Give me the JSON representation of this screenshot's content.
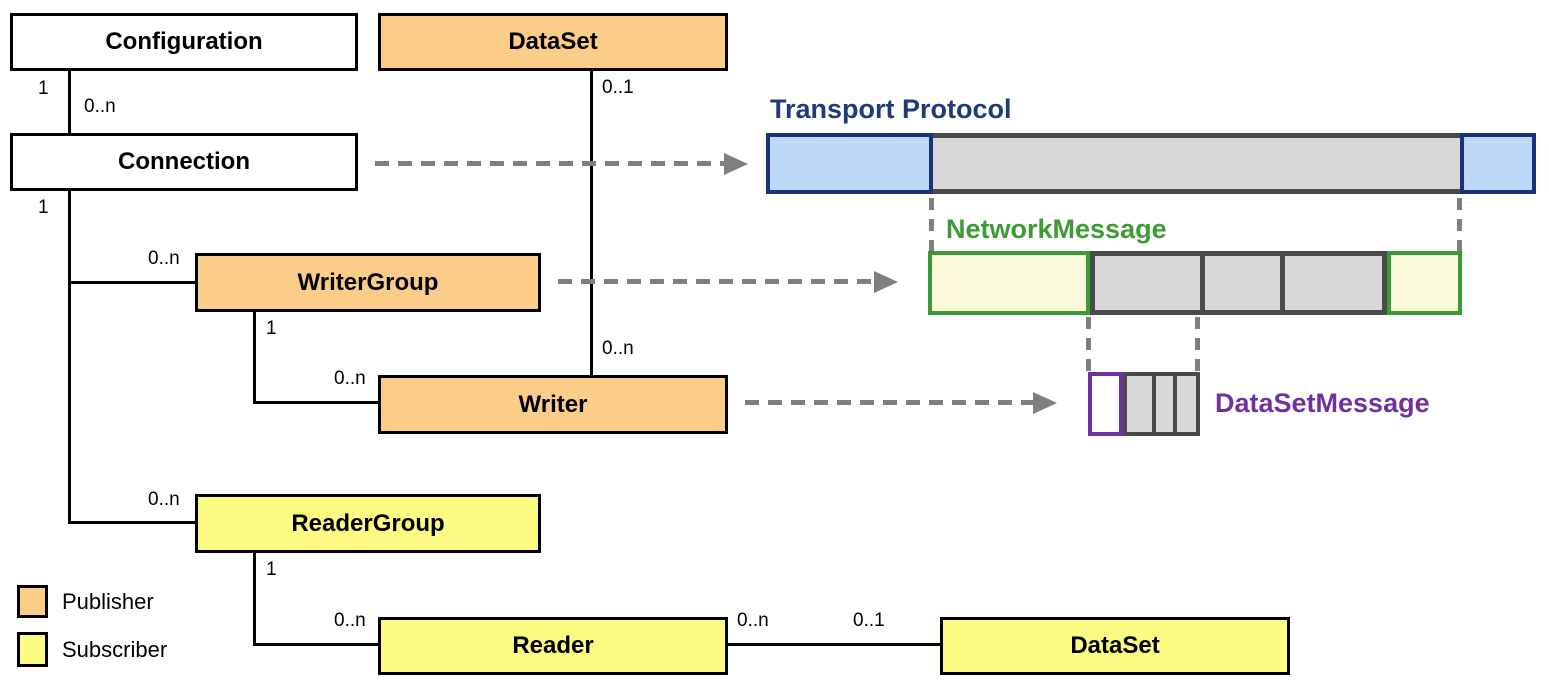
{
  "colors": {
    "publisher_orange": "#FBCD88",
    "subscriber_yellow": "#FCFC84",
    "transport_fill": "#BDD9F7",
    "transport_border": "#17337A",
    "transport_label": "#1F3C78",
    "network_green": "#3D9B35",
    "network_pale": "#FAFADA",
    "dsm_purple": "#7030A0",
    "segment_gray": "#D8D8D8",
    "segment_border": "#4A4A4A",
    "dash_gray": "#7F7F7F"
  },
  "boxes": {
    "configuration": {
      "label": "Configuration"
    },
    "dataset_top": {
      "label": "DataSet"
    },
    "connection": {
      "label": "Connection"
    },
    "writer_group": {
      "label": "WriterGroup"
    },
    "writer": {
      "label": "Writer"
    },
    "reader_group": {
      "label": "ReaderGroup"
    },
    "reader": {
      "label": "Reader"
    },
    "dataset_bottom": {
      "label": "DataSet"
    }
  },
  "multiplicities": {
    "config_connection_1": "1",
    "config_connection_n": "0..n",
    "connection_tree_1": "1",
    "connection_writergroup_n": "0..n",
    "writergroup_writer_1": "1",
    "writergroup_writer_n": "0..n",
    "dataset_writer_01": "0..1",
    "dataset_writer_n": "0..n",
    "connection_readergroup_n": "0..n",
    "readergroup_reader_1": "1",
    "readergroup_reader_n": "0..n",
    "reader_dataset_n": "0..n",
    "reader_dataset_01": "0..1"
  },
  "message_sections": {
    "transport": {
      "label": "Transport Protocol"
    },
    "network": {
      "label": "NetworkMessage"
    },
    "dataset_message": {
      "label": "DataSetMessage"
    }
  },
  "legend": {
    "items": [
      {
        "label": "Publisher"
      },
      {
        "label": "Subscriber"
      }
    ]
  }
}
